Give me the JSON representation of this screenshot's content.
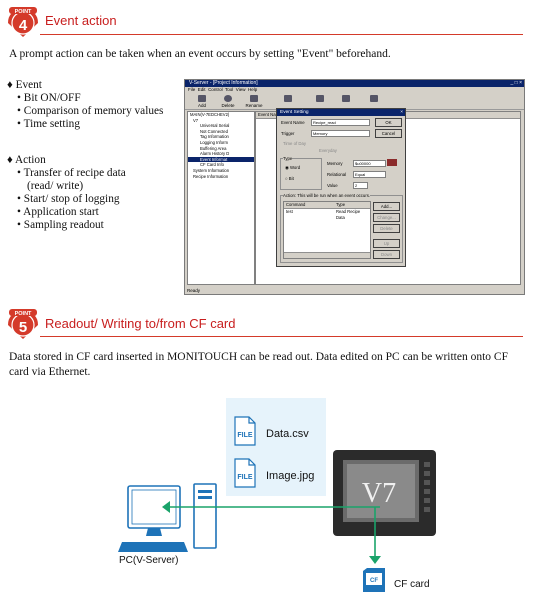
{
  "point4": {
    "badge_top": "POINT",
    "badge_num": "4",
    "title": "Event action",
    "intro": "A prompt action can be taken when an event occurs by setting \"Event\" beforehand.",
    "event_header": "Event",
    "event_items": [
      "Bit ON/OFF",
      "Comparison of memory values",
      "Time setting"
    ],
    "action_header": "Action",
    "action_items": [
      "Transfer of recipe data",
      "(read/ write)",
      "Start/ stop of logging",
      "Application start",
      "Sampling readout"
    ]
  },
  "app": {
    "title": "V-Server - [Project Information]",
    "menu": [
      "File",
      "Edit",
      "Control",
      "Tool",
      "View",
      "Help"
    ],
    "toolbar": [
      "Add",
      "Delete",
      "Rename",
      "",
      "",
      ""
    ],
    "tree": [
      "MAIN(V-7EDCHEV2)",
      "V7",
      "Universal Serial",
      "Not Connected",
      "Tag Information",
      "Logging Inform",
      "Buffering Area",
      "Alarm History D",
      "Event Informat",
      "CF Card Info",
      "System Information",
      "Recipe Information"
    ],
    "list_header": "Event Nam",
    "status": "Ready"
  },
  "dialog": {
    "title": "Event Setting",
    "event_name_label": "Event Name",
    "event_name_value": "Recipe_read",
    "trigger_label": "Trigger",
    "trigger_value": "Memory",
    "time_label": "Time of Day",
    "everyday_label": "Everyday",
    "type_label": "Type",
    "word_label": "Word",
    "bit_label": "Bit",
    "memory_label": "Memory",
    "memory_value": "$u00000",
    "relational_label": "Relational",
    "relational_value": "Equal",
    "value_label": "Value",
    "value_value": "2",
    "action_label": "Action: This will be run when an event occurs.",
    "col_command": "Command",
    "col_type": "Type",
    "row_command": "test",
    "row_type": "Read Recipe Data",
    "ok": "OK",
    "cancel": "Cancel",
    "add": "Add...",
    "change": "Change...",
    "delete": "Delete",
    "up": "Up",
    "down": "Down"
  },
  "point5": {
    "badge_top": "POINT",
    "badge_num": "5",
    "title": "Readout/ Writing to/from CF card",
    "body": "Data stored in CF card inserted in MONITOUCH can be read out. Data edited on PC can be written onto CF card via Ethernet.",
    "file_tag": "FILE",
    "file1": "Image.jpg",
    "file2": "Data.csv",
    "pc_label": "PC(V-Server)",
    "screen_label": "V7",
    "cf_label": "CF card",
    "cf_chip": "CF"
  },
  "colors": {
    "accent": "#d43a2a",
    "arrow": "#1aa36a",
    "file_blue": "#1e73b8"
  }
}
